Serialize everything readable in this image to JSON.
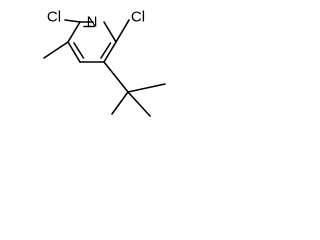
{
  "molecule": {
    "atoms": {
      "nitrogen": "N",
      "chlorine_left": "Cl",
      "chlorine_right": "Cl"
    }
  }
}
